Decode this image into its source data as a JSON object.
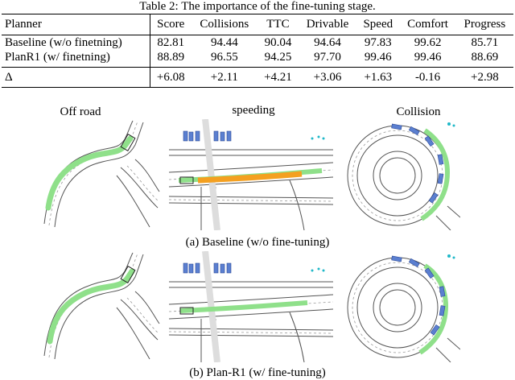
{
  "table": {
    "caption": "Table 2: The importance of the fine-tuning stage.",
    "headers": [
      "Planner",
      "Score",
      "Collisions",
      "TTC",
      "Drivable",
      "Speed",
      "Comfort",
      "Progress"
    ],
    "rows": [
      {
        "planner": "Baseline (w/o finetning)",
        "values": [
          "82.81",
          "94.44",
          "90.04",
          "94.64",
          "97.83",
          "99.62",
          "85.71"
        ]
      },
      {
        "planner": "PlanR1 (w/ finetning)",
        "values": [
          "88.89",
          "96.55",
          "94.25",
          "97.70",
          "99.46",
          "99.46",
          "88.69"
        ]
      }
    ],
    "delta": {
      "label": "Δ",
      "values": [
        "+6.08",
        "+2.11",
        "+4.21",
        "+3.06",
        "+1.63",
        "-0.16",
        "+2.98"
      ]
    }
  },
  "figure": {
    "column_labels": [
      "Off road",
      "speeding",
      "Collision"
    ],
    "row_captions": [
      "(a) Baseline (w/o fine-tuning)",
      "(b) Plan-R1 (w/ fine-tuning)"
    ],
    "colors": {
      "trajectory_good": "#8fe08a",
      "trajectory_bad": "#f4a020",
      "agent": "#5b7fd0",
      "road_line": "#555555",
      "lane_dash": "#999999",
      "pedestrian": "#1fb8c8"
    }
  }
}
